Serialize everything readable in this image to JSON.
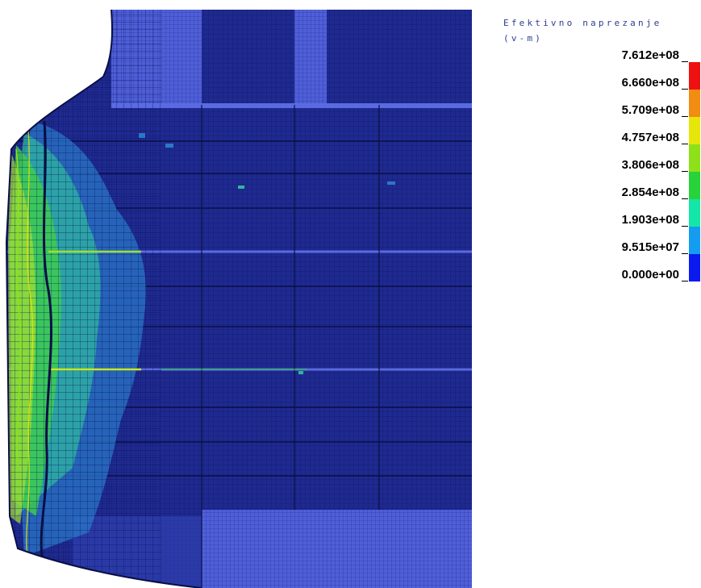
{
  "legend": {
    "title": "Efektivno naprezanje",
    "unit": "(v-m)",
    "levels": [
      "7.612e+08",
      "6.660e+08",
      "5.709e+08",
      "4.757e+08",
      "3.806e+08",
      "2.854e+08",
      "1.903e+08",
      "9.515e+07",
      "0.000e+00"
    ],
    "colors": [
      "#ee1111",
      "#f28c12",
      "#e6e60a",
      "#8ee019",
      "#27d23b",
      "#14e6a8",
      "#139cf0",
      "#0a1aee"
    ]
  },
  "model": {
    "background_color": "#1f2a90",
    "mesh_color": "#4a56c8",
    "panel_color": "#4f5fd8",
    "stress_colors": [
      "#2a78c8",
      "#2fb7a0",
      "#3fd04a",
      "#a8e030",
      "#e0e020"
    ]
  }
}
